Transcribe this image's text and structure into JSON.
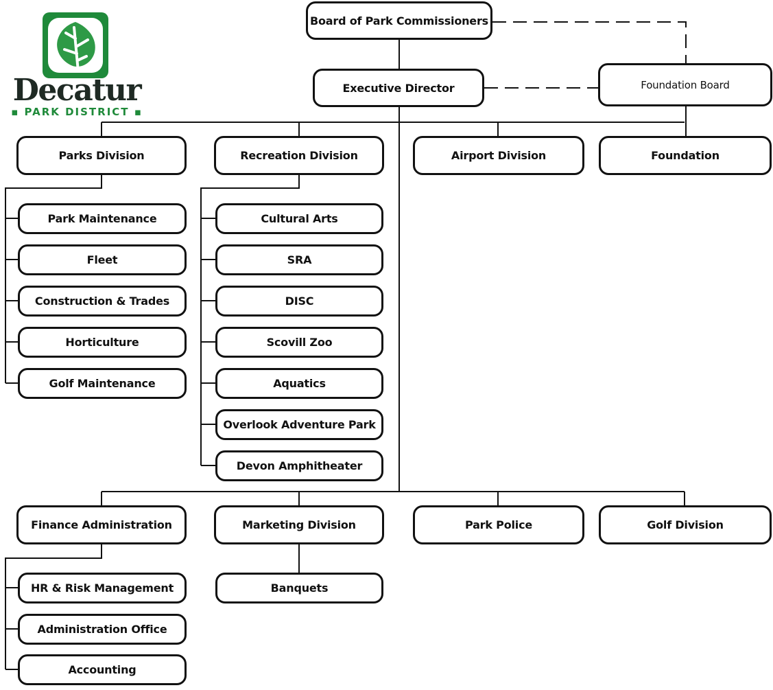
{
  "logo": {
    "name": "Decatur",
    "subtitle": "PARK DISTRICT",
    "brand_color": "#1f8a3a",
    "icon": "leaf-icon"
  },
  "top": {
    "board": "Board of Park Commissioners",
    "executive": "Executive Director",
    "foundation_board": "Foundation Board"
  },
  "divisions_upper": {
    "parks": "Parks Division",
    "recreation": "Recreation Division",
    "airport": "Airport Division",
    "foundation": "Foundation"
  },
  "parks_units": [
    "Park Maintenance",
    "Fleet",
    "Construction & Trades",
    "Horticulture",
    "Golf Maintenance"
  ],
  "recreation_units": [
    "Cultural Arts",
    "SRA",
    "DISC",
    "Scovill Zoo",
    "Aquatics",
    "Overlook Adventure Park",
    "Devon Amphitheater"
  ],
  "divisions_lower": {
    "finance": "Finance Administration",
    "marketing": "Marketing Division",
    "police": "Park Police",
    "golf": "Golf Division"
  },
  "finance_units": [
    "HR & Risk Management",
    "Administration Office",
    "Accounting"
  ],
  "marketing_units": [
    "Banquets"
  ]
}
